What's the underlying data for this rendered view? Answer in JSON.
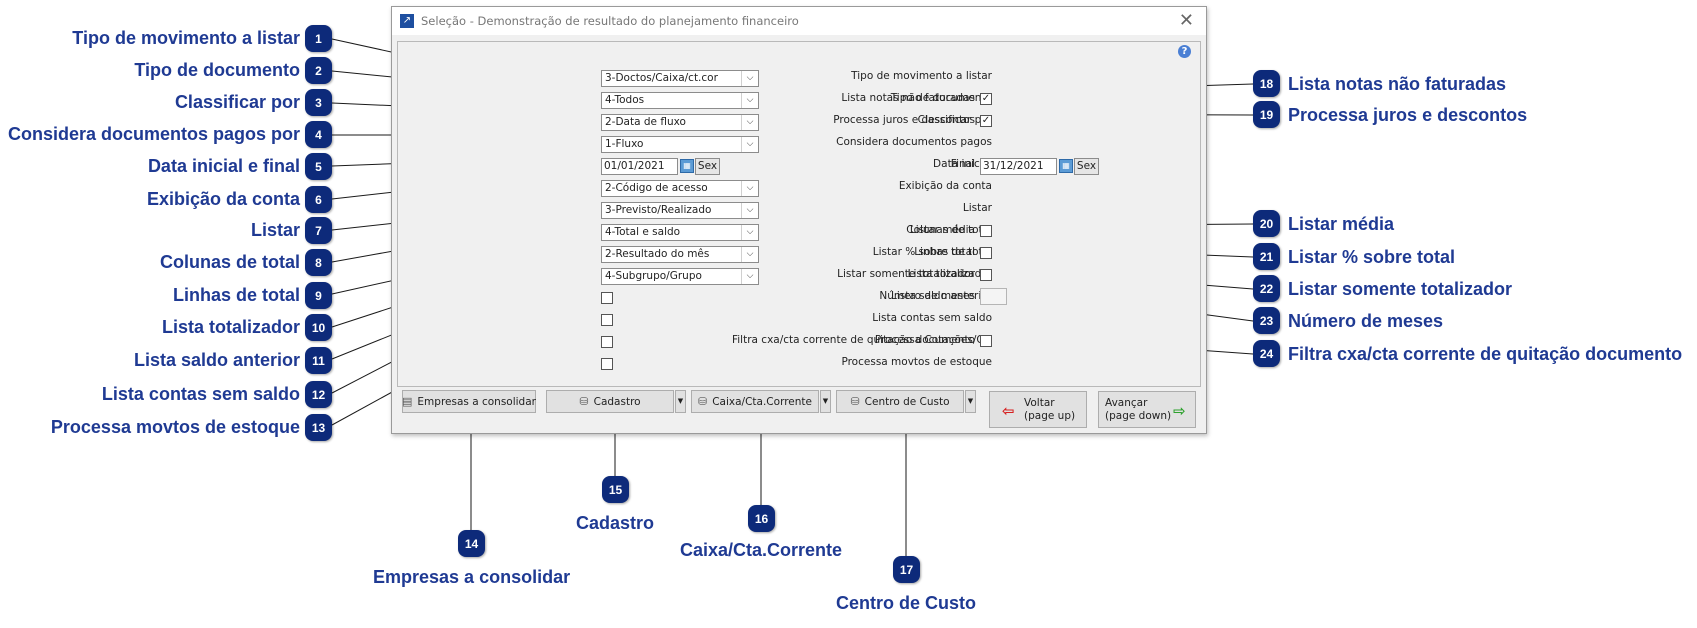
{
  "dialog": {
    "title": "Seleção - Demonstração de resultado do planejamento financeiro",
    "close_glyph": "✕",
    "help_glyph": "?"
  },
  "fields": {
    "tipo_movimento": {
      "label": "Tipo de movimento a listar",
      "value": "3-Doctos/Caixa/ct.cor"
    },
    "tipo_documento": {
      "label": "Tipo de documento",
      "value": "4-Todos"
    },
    "classificar": {
      "label": "Classificar por",
      "value": "2-Data de fluxo"
    },
    "considera_pagos": {
      "label": "Considera documentos pagos",
      "value": "1-Fluxo"
    },
    "data_inicial": {
      "label": "Data inicial",
      "value": "01/01/2021",
      "day": "Sex"
    },
    "data_final": {
      "label": "Final",
      "value": "31/12/2021",
      "day": "Sex"
    },
    "exibicao_conta": {
      "label": "Exibição da conta",
      "value": "2-Código de acesso"
    },
    "listar": {
      "label": "Listar",
      "value": "3-Previsto/Realizado"
    },
    "colunas_total": {
      "label": "Colunas de total",
      "value": "4-Total e saldo"
    },
    "linhas_total": {
      "label": "Linhas de total",
      "value": "2-Resultado do mês"
    },
    "lista_totalizador": {
      "label": "Lista totalizador",
      "value": "4-Subgrupo/Grupo"
    },
    "lista_saldo_anterior": {
      "label": "Lista saldo anterior"
    },
    "lista_contas_sem_saldo": {
      "label": "Lista contas sem saldo"
    },
    "processa_cotacoes": {
      "label": "Processa Cotações/OC"
    },
    "processa_movtos": {
      "label": "Processa movtos de estoque"
    },
    "lista_notas": {
      "label": "Lista notas não faturadas",
      "check": "✓"
    },
    "processa_juros": {
      "label": "Processa juros e descontos",
      "check": "✓"
    },
    "listar_media": {
      "label": "Listar média"
    },
    "listar_perc": {
      "label": "Listar % sobre total"
    },
    "listar_somente_tot": {
      "label": "Listar somente totalizador"
    },
    "numero_meses": {
      "label": "Número de meses"
    },
    "filtra_cxa": {
      "label": "Filtra cxa/cta corrente de quitação documento"
    }
  },
  "buttons": {
    "empresas": "Empresas a consolidar",
    "cadastro": "Cadastro",
    "caixa": "Caixa/Cta.Corrente",
    "centro": "Centro de Custo",
    "voltar_1": "Voltar",
    "voltar_2": "(page up)",
    "avancar_1": "Avançar",
    "avancar_2": "(page down)"
  },
  "annotations": [
    {
      "num": "1",
      "text": "Tipo de movimento a listar"
    },
    {
      "num": "2",
      "text": "Tipo de documento"
    },
    {
      "num": "3",
      "text": "Classificar por"
    },
    {
      "num": "4",
      "text": "Considera documentos pagos por"
    },
    {
      "num": "5",
      "text": "Data inicial e final"
    },
    {
      "num": "6",
      "text": "Exibição da conta"
    },
    {
      "num": "7",
      "text": "Listar"
    },
    {
      "num": "8",
      "text": "Colunas de total"
    },
    {
      "num": "9",
      "text": "Linhas de total"
    },
    {
      "num": "10",
      "text": "Lista totalizador"
    },
    {
      "num": "11",
      "text": "Lista saldo anterior"
    },
    {
      "num": "12",
      "text": "Lista contas sem saldo"
    },
    {
      "num": "13",
      "text": "Processa movtos de estoque"
    },
    {
      "num": "14",
      "text": "Empresas a consolidar"
    },
    {
      "num": "15",
      "text": "Cadastro"
    },
    {
      "num": "16",
      "text": "Caixa/Cta.Corrente"
    },
    {
      "num": "17",
      "text": "Centro de Custo"
    },
    {
      "num": "18",
      "text": "Lista notas não faturadas"
    },
    {
      "num": "19",
      "text": "Processa juros e descontos"
    },
    {
      "num": "20",
      "text": "Listar média"
    },
    {
      "num": "21",
      "text": "Listar % sobre total"
    },
    {
      "num": "22",
      "text": "Listar somente totalizador"
    },
    {
      "num": "23",
      "text": "Número de meses"
    },
    {
      "num": "24",
      "text": "Filtra cxa/cta corrente de quitação documento"
    }
  ]
}
